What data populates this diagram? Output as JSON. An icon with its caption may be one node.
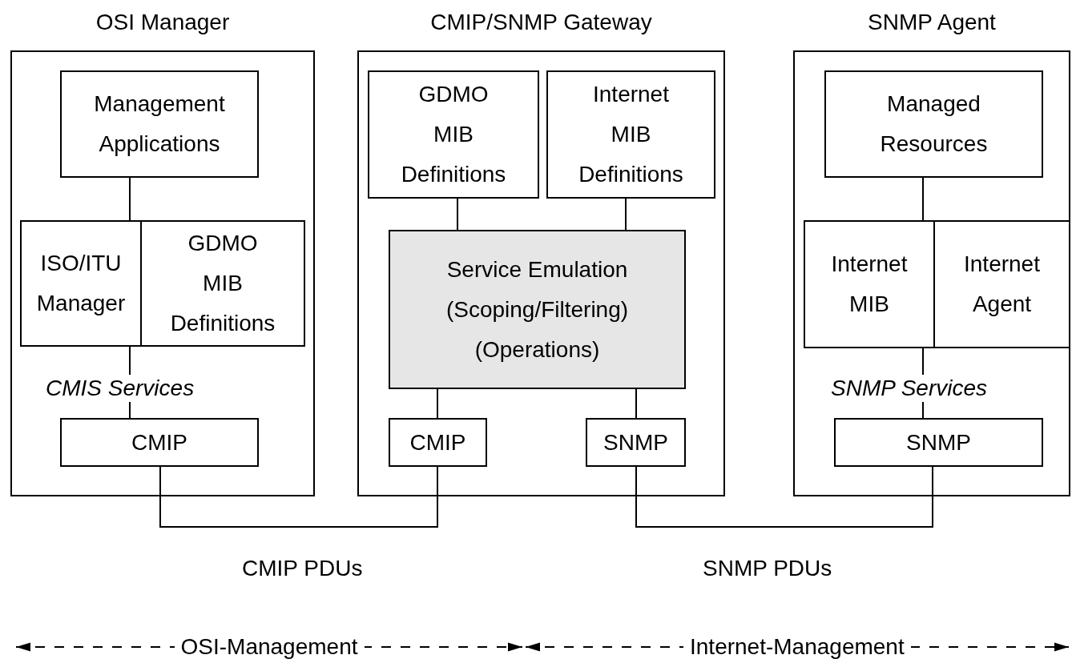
{
  "diagram": {
    "nodes": [
      {
        "text": [
          "OSI Manager"
        ]
      },
      {
        "text": [
          "Management Applications"
        ],
        "in": 0
      },
      {
        "text": [
          "ISO/ITU Manager"
        ],
        "in": 0
      },
      {
        "text": [
          "GDMO MIB Definitions"
        ],
        "in": 0
      },
      {
        "text": [
          "CMIP"
        ],
        "in": 0
      },
      {
        "text": [
          "CMIP/SNMP Gateway"
        ]
      },
      {
        "text": [
          "GDMO MIB Definitions"
        ],
        "in": 5
      },
      {
        "text": [
          "Internet MIB Definitions"
        ],
        "in": 5
      },
      {
        "text": [
          "Service Emulation (Scoping/Filtering) (Operations)"
        ],
        "in": 5
      },
      {
        "text": [
          "CMIP"
        ],
        "in": 5
      },
      {
        "text": [
          "SNMP"
        ],
        "in": 5
      },
      {
        "text": [
          "SNMP Agent"
        ]
      },
      {
        "text": [
          "Managed Resources"
        ],
        "in": 11
      },
      {
        "text": [
          "Internet MIB"
        ],
        "in": 11
      },
      {
        "text": [
          "Internet Agent"
        ],
        "in": 11
      },
      {
        "text": [
          "SNMP"
        ],
        "in": 11
      }
    ],
    "edges": [
      {
        "from": 1,
        "to": 2,
        "arrow": "none"
      },
      {
        "from": 2,
        "to": 4,
        "arrow": "none",
        "label": "CMIS Services"
      },
      {
        "from": 6,
        "to": 8,
        "arrow": "none"
      },
      {
        "from": 7,
        "to": 8,
        "arrow": "none"
      },
      {
        "from": 8,
        "to": 9,
        "arrow": "none"
      },
      {
        "from": 8,
        "to": 10,
        "arrow": "none"
      },
      {
        "from": 12,
        "to": 13,
        "arrow": "none"
      },
      {
        "from": 13,
        "to": 15,
        "arrow": "none",
        "label": "SNMP Services"
      },
      {
        "from": 4,
        "to": 9,
        "arrow": "none",
        "label": "CMIP PDUs"
      },
      {
        "from": 10,
        "to": 15,
        "arrow": "none",
        "label": "SNMP PDUs"
      }
    ],
    "labels": [
      "OSI-Management",
      "Internet-Management"
    ]
  }
}
